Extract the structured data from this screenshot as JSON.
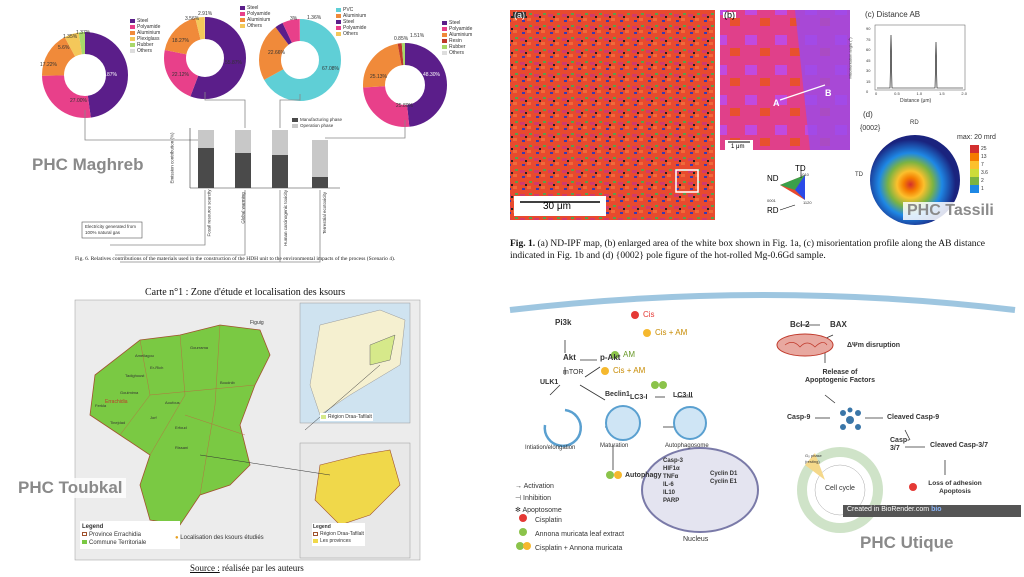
{
  "titles": {
    "maghreb": "PHC Maghreb",
    "tassili": "PHC Tassili",
    "toubkal": "PHC Toubkal",
    "utique": "PHC Utique"
  },
  "maghreb": {
    "donuts": [
      {
        "legend": [
          "Steel",
          "Polyamide",
          "Aluminium",
          "Plexiglass",
          "Rubber",
          "Others"
        ],
        "labels": [
          "47.87%",
          "27.00%",
          "17.22%",
          "5.6%",
          "1.35%",
          "1.37%"
        ]
      },
      {
        "legend": [
          "Steel",
          "Polyamide",
          "Aluminium",
          "Others"
        ],
        "labels": [
          "55.87%",
          "22.12%",
          "18.27%",
          "3.56%",
          "2.91%"
        ]
      },
      {
        "legend": [
          "PVC",
          "Aluminium",
          "Steel",
          "Polyamide",
          "Others"
        ],
        "labels": [
          "67.08%",
          "22.66%",
          "3%",
          "1.36%"
        ]
      },
      {
        "legend": [
          "Steel",
          "Polyamide",
          "Aluminium",
          "Resin",
          "Rubber",
          "Others"
        ],
        "labels": [
          "48.30%",
          "25.80%",
          "25.13%",
          "0.85%",
          "1.51%"
        ]
      }
    ],
    "bar_legend": [
      "Manufacturing phase",
      "Operation phase"
    ],
    "ylabel": "Emission contribution (%)",
    "categories": [
      "Fossil resource scarcity",
      "Global warming",
      "Human carcinogenic toxicity",
      "Terrestrial ecotoxicity"
    ],
    "note": "Electricity generated from 100% natural gas",
    "caption": "Fig. 6.  Relatives contributions of the materials used in the construction of the HDH unit to the environmental impacts of the process (Scenario 4)."
  },
  "tassili": {
    "a_label": "(a)",
    "b_label": "(b)",
    "c_title": "(c) Distance AB",
    "c_ylabel": "Misorientation angle (°)",
    "c_xlabel": "Distance (μm)",
    "c_yticks": [
      "90",
      "75",
      "60",
      "45",
      "30",
      "15",
      "0"
    ],
    "c_xticks": [
      "0",
      "0.5",
      "1.0",
      "1.5",
      "2.0"
    ],
    "d_label": "(d)",
    "d_pole": "{0002}",
    "d_rd": "RD",
    "d_td": "TD",
    "d_max": "max: 20 mrd",
    "d_scale": [
      "25",
      "13",
      "7",
      "3.6",
      "2",
      "1"
    ],
    "scale_a": "30 μm",
    "scale_b": "1 μm",
    "pt_a": "A",
    "pt_b": "B",
    "ipf_nd": "ND",
    "ipf_td": "TD",
    "ipf_rd": "RD",
    "ipf_0001": "0001",
    "ipf_1010": "1010",
    "ipf_1120": "1120",
    "caption_bold": "Fig. 1.",
    "caption": " (a) ND-IPF map, (b) enlarged area of the white box shown in Fig. 1a, (c) misorientation profile along the AB distance indicated in Fig. 1b and (d) {0002} pole figure of the hot-rolled Mg-0.6Gd sample."
  },
  "toubkal": {
    "map_title": "Carte n°1 : Zone d'étude et localisation des ksours",
    "source_label": "Source :",
    "source_text": " réalisée par les auteurs",
    "legend_title": "Legend",
    "legend_items": [
      "Province Errachidia",
      "Commune Territoriale"
    ],
    "ksour_legend": "Localisation des ksours étudiés",
    "region_label": "Région Draa-Tafilalt",
    "legend2_title": "Legend",
    "legend2_items": [
      "Région Draa-Tafilalt",
      "Les provinces"
    ],
    "places": [
      "Figuig",
      "Errachidia",
      "Er-Rich",
      "Goulmima",
      "Tinejdad",
      "Rissani",
      "Erfoud",
      "Aoufous",
      "Jorf",
      "Boudnib",
      "Gourrama",
      "Amellagou",
      "Ferkla",
      "Tadighoust"
    ]
  },
  "utique": {
    "nodes": {
      "pi3k": "Pi3k",
      "akt": "Akt",
      "pakt": "p-Akt",
      "cis": "Cis",
      "cis_am1": "Cis + AM",
      "am": "AM",
      "cis_am2": "Cis + AM",
      "mtor": "mTOR",
      "ulk1": "ULK1",
      "beclin1": "Beclin1",
      "lc3i": "LC3-I",
      "lc3ii": "LC3-II",
      "initiation": "Intiation/elongation",
      "maturation": "Maturation",
      "autophagosome": "Autophagosome",
      "autophagy": "Autophagy",
      "bcl2": "Bcl-2",
      "bax": "BAX",
      "dpsi": "ΔΨm disruption",
      "release": "Release of Apoptogenic Factors",
      "casp9": "Casp-9",
      "cleaved9": "Cleaved Casp-9",
      "casp37": "Casp-3/7",
      "cleaved37": "Cleaved Casp-3/7",
      "loss": "Loss of adhesion Apoptosis",
      "nucleus": "Nucleus",
      "cellcycle": "Cell cycle",
      "g0": "G₀ phase (resting)"
    },
    "nucleus_genes": [
      "Casp-3",
      "HIF1α",
      "TNFα",
      "IL-6",
      "IL10",
      "PARP"
    ],
    "cyclins": [
      "Cyclin D1",
      "Cyclin E1"
    ],
    "legend": [
      "Activation",
      "Inhibition",
      "Apoptosome",
      "Cisplatin",
      "Annona muricata leaf extract",
      "Cisplatin + Annona muricata"
    ],
    "biorender": "Created in BioRender.com",
    "bio": "bio",
    "colors": {
      "cis": "#e53935",
      "am": "#8bc34a",
      "combo": "#f5b82e"
    }
  }
}
